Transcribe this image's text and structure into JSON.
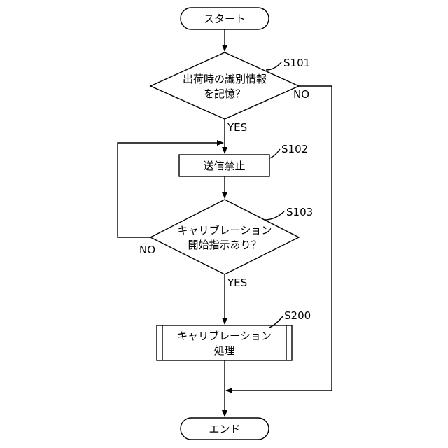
{
  "nodes": {
    "start": "スタート",
    "decision1": [
      "出荷時の識別情報",
      "を記憶？"
    ],
    "process1": "送信禁止",
    "decision2": [
      "キャリブレーション",
      "開始指示あり？"
    ],
    "subprocess": [
      "キャリブレーション",
      "処理"
    ],
    "end": "エンド"
  },
  "step_labels": {
    "s101": "S101",
    "s102": "S102",
    "s103": "S103",
    "s200": "S200"
  },
  "branch_labels": {
    "d1_no": "NO",
    "d1_yes": "YES",
    "d2_no": "NO",
    "d2_yes": "YES"
  }
}
